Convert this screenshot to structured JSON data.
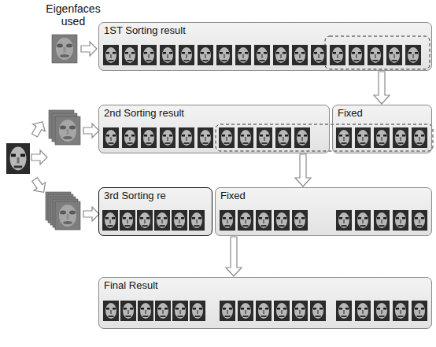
{
  "diagram": {
    "nodes": [
      {
        "text": [
          "1ST Sorting result"
        ]
      },
      {
        "text": [
          "2nd Sorting result"
        ]
      },
      {
        "text": [
          "Fixed"
        ]
      },
      {
        "text": [
          "3rd Sorting re"
        ]
      },
      {
        "text": [
          "Fixed"
        ]
      },
      {
        "text": [
          "Final Result"
        ]
      }
    ],
    "edges": [
      {
        "from": 0,
        "to": 2,
        "arrow": "to"
      },
      {
        "from": 1,
        "to": 4,
        "arrow": "to"
      },
      {
        "from": 4,
        "to": 5,
        "arrow": "to"
      }
    ],
    "labels": [
      "Eigenfaces used"
    ]
  }
}
